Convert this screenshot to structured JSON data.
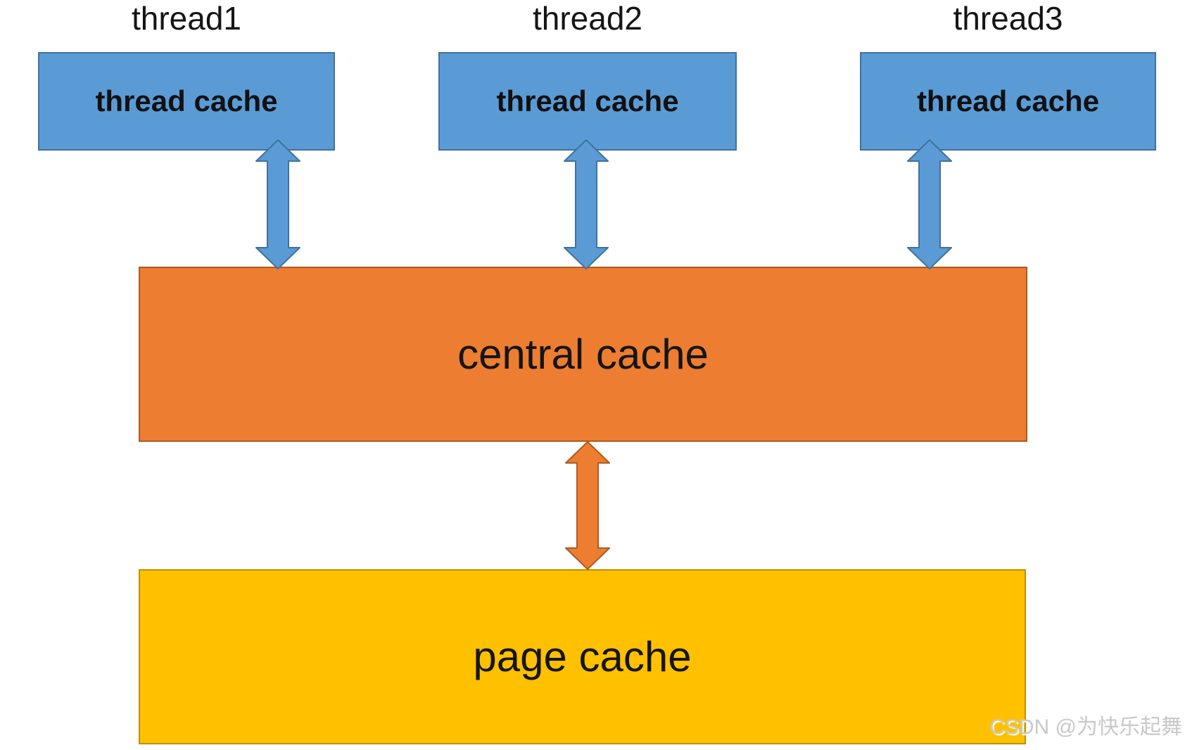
{
  "diagram": {
    "threads": [
      {
        "title": "thread1",
        "box_label": "thread cache"
      },
      {
        "title": "thread2",
        "box_label": "thread cache"
      },
      {
        "title": "thread3",
        "box_label": "thread cache"
      }
    ],
    "central": {
      "label": "central cache"
    },
    "page": {
      "label": "page cache"
    },
    "watermark": "CSDN @为快乐起舞"
  },
  "colors": {
    "thread_box_fill": "#5B9BD5",
    "thread_box_border": "#41719C",
    "blue_arrow_fill": "#5B9BD5",
    "blue_arrow_border": "#41719C",
    "central_fill": "#ED7D31",
    "central_border": "#AE5A21",
    "orange_arrow_fill": "#ED7D31",
    "orange_arrow_border": "#AE5A21",
    "page_fill": "#FFC000",
    "page_border": "#BF9000",
    "label_text": "#151515",
    "watermark_text": "#C8C8C8"
  }
}
